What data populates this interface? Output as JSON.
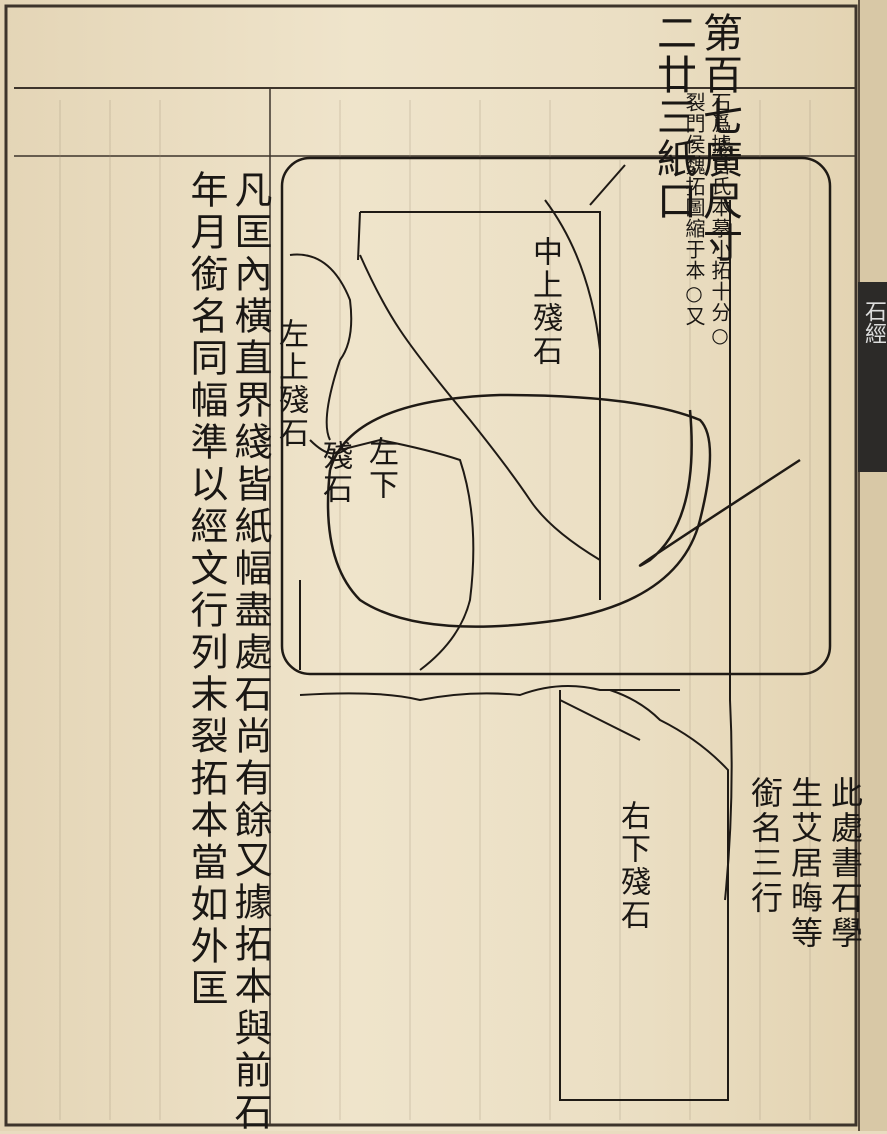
{
  "header": {
    "title_col1": "第百七廣尺寸",
    "title_col2": "二廿三紙口",
    "note_col1": "石爲據官氏本摹小拓十分○",
    "note_col2": "裂門侯魏拓圖縮于本○又"
  },
  "body_text": {
    "col1": "凡匡內橫直界綫皆紙幅盡處石尚有餘",
    "col1_tail": "又據拓本與前石",
    "col2": "年月銜名同幅準以經文行列末裂拓本當如外匡"
  },
  "fragments": {
    "upper_middle": "中上殘石",
    "upper_left": "左上殘石",
    "lower_left_a": "左下",
    "lower_left_b": "殘石",
    "lower_right": "右下殘石"
  },
  "side_note": {
    "col1": "此處書石學",
    "col2": "生艾居晦等",
    "col3": "銜名三行"
  },
  "edge_tab": "石經"
}
